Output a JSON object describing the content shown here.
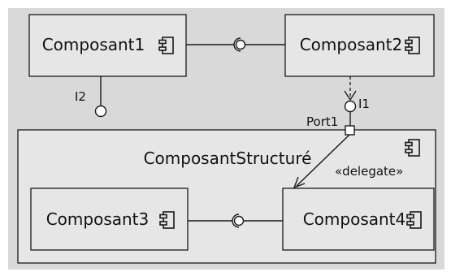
{
  "diagram": {
    "components": {
      "c1": "Composant1",
      "c2": "Composant2",
      "c3": "Composant3",
      "c4": "Composant4",
      "structured": "ComposantStructuré"
    },
    "interfaces": {
      "i1": "I1",
      "i2": "I2"
    },
    "port": "Port1",
    "stereotype": "«delegate»"
  },
  "colors": {
    "background": "#d9d9d9",
    "component_fill": "#e6e6e6",
    "stroke": "#1a1a1a",
    "page": "#ffffff"
  },
  "icons": [
    "component-icon"
  ]
}
